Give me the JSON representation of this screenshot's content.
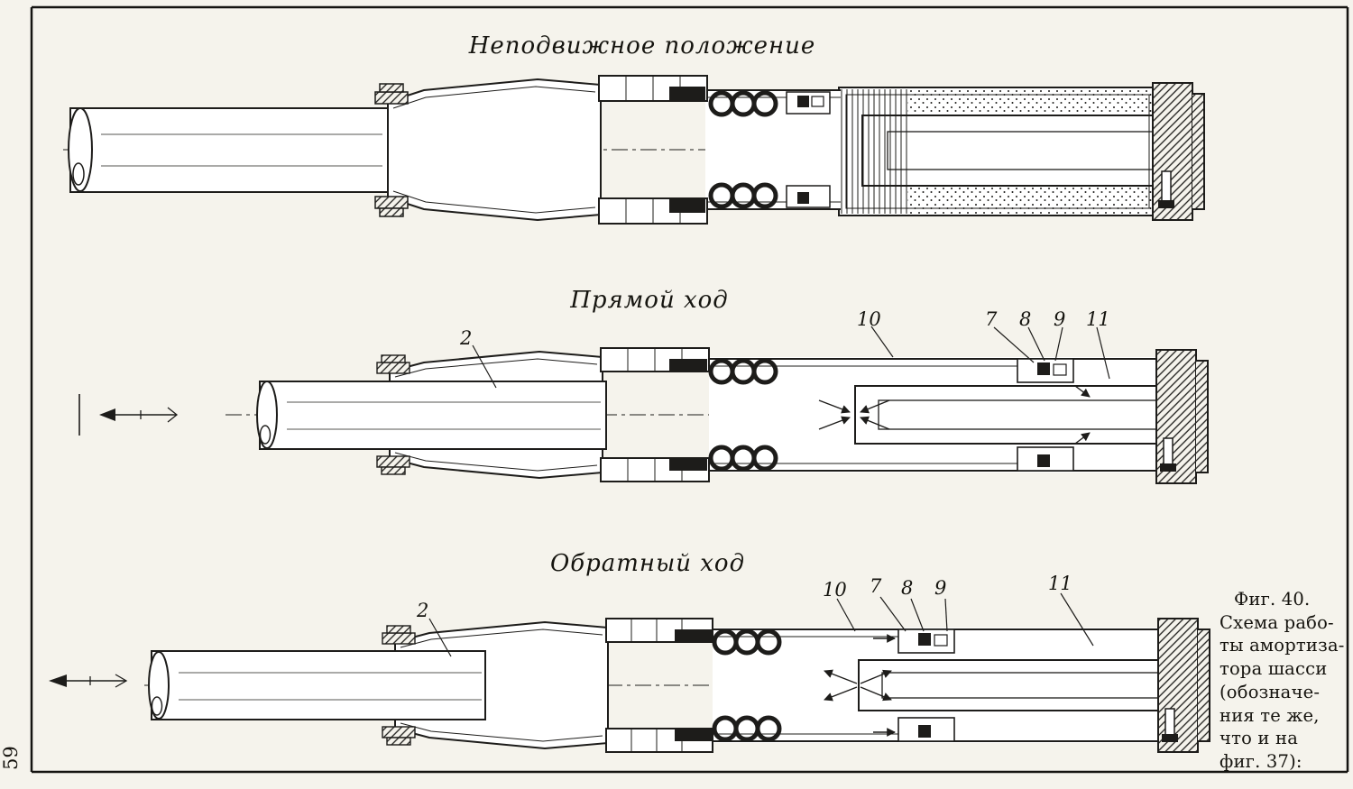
{
  "page": {
    "number": "59"
  },
  "figure": {
    "caption_lines": [
      "Фиг. 40.",
      "Схема рабо-",
      "ты амортиза-",
      "тора шасси",
      "(обозначе-",
      "ния те же,",
      "что и на",
      "фиг. 37):"
    ]
  },
  "diagrams": [
    {
      "id": "stationary",
      "title": "Неподвижное положение",
      "labels": []
    },
    {
      "id": "forward-stroke",
      "title": "Прямой ход",
      "labels": [
        "2",
        "10",
        "7",
        "8",
        "9",
        "11"
      ]
    },
    {
      "id": "return-stroke",
      "title": "Обратный ход",
      "labels": [
        "2",
        "10",
        "7",
        "8",
        "9",
        "11"
      ]
    }
  ],
  "colors": {
    "ink": "#1d1c1a",
    "paper": "#f5f3ec"
  }
}
